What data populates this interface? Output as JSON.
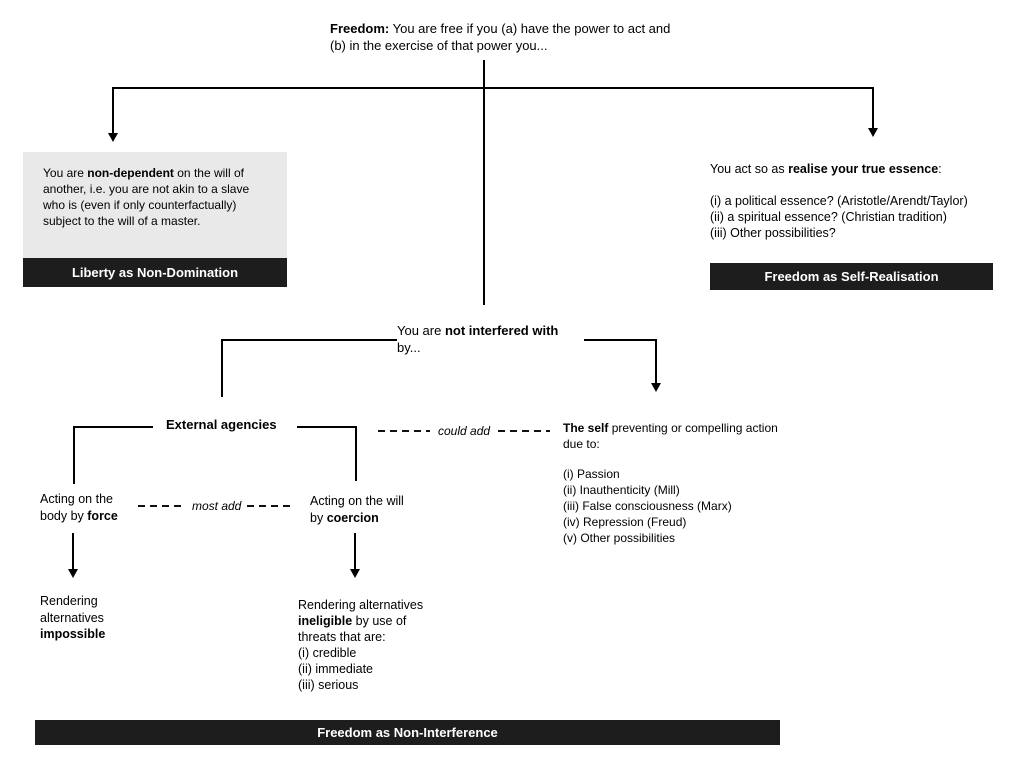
{
  "root": {
    "bold": "Freedom:",
    "text": " You are free if you (a) have the power to act and (b) in the exercise of that power you..."
  },
  "non_domination": {
    "pre": "You are ",
    "bold": "non-dependent",
    "post": " on the will of another, i.e. you are not akin to a slave who is (even if only counterfactually) subject to the will of a master.",
    "banner": "Liberty as Non-Domination"
  },
  "self_realisation": {
    "pre": "You act so as ",
    "bold": "realise your true essence",
    "post": ":",
    "items": [
      "(i) a political essence? (Aristotle/Arendt/Taylor)",
      "(ii) a spiritual essence? (Christian tradition)",
      "(iii) Other possibilities?"
    ],
    "banner": "Freedom as Self-Realisation"
  },
  "non_interference": {
    "pre": "You are ",
    "bold": "not interfered with",
    "line2": "by...",
    "banner": "Freedom as Non-Interference"
  },
  "external_agencies": {
    "label": "External agencies"
  },
  "could_add": {
    "label": "could add"
  },
  "most_add": {
    "label": "most add"
  },
  "the_self": {
    "bold": "The self",
    "post": " preventing or compelling action due to:",
    "items": [
      "(i) Passion",
      "(ii) Inauthenticity (Mill)",
      "(iii) False consciousness (Marx)",
      "(iv) Repression (Freud)",
      "(v) Other possibilities"
    ]
  },
  "force": {
    "line1": "Acting on the",
    "line2_pre": "body by ",
    "bold": "force"
  },
  "coercion": {
    "line1": "Acting on the will",
    "line2_pre": "by ",
    "bold": "coercion"
  },
  "impossible": {
    "line1": "Rendering",
    "line2": "alternatives",
    "bold": "impossible"
  },
  "ineligible": {
    "line1": "Rendering alternatives",
    "bold": "ineligible",
    "line2_post": " by use of",
    "line3": "threats that are:",
    "items": [
      "(i) credible",
      "(ii) immediate",
      "(iii) serious"
    ]
  },
  "colors": {
    "banner_bg": "#1d1d1d",
    "box_bg": "#e9e9e9",
    "line": "#000000"
  }
}
